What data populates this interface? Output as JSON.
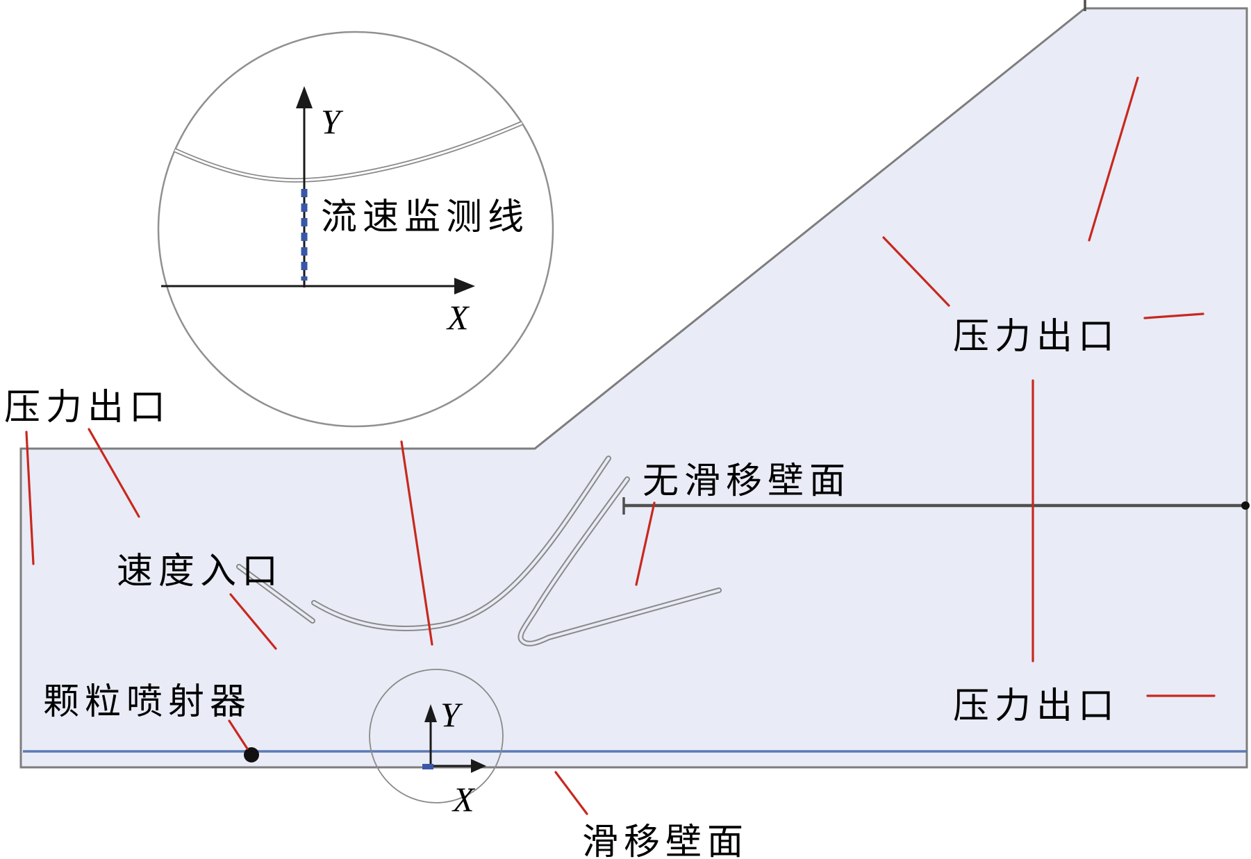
{
  "figure": {
    "type": "cfd-domain-schematic"
  },
  "colors": {
    "domain_fill": "#E9EBF6",
    "domain_stroke": "#7D7D7D",
    "wall_gray": "#8A8A8A",
    "splitter_dark": "#4F4F4F",
    "leader_red": "#C8281E",
    "slip_wall_blue": "#5B79B4",
    "monitor_line_blue": "#3A57A7",
    "text_black": "#000000"
  },
  "labels": {
    "pressure_outlet_top_left": "压力出口",
    "velocity_inlet": "速度入口",
    "particle_injector": "颗粒喷射器",
    "no_slip_wall": "无滑移壁面",
    "pressure_outlet_top_right": "压力出口",
    "pressure_outlet_bottom_right": "压力出口",
    "slip_wall": "滑移壁面"
  },
  "inset": {
    "monitor_line_label": "流速监测线",
    "axis_x": "X",
    "axis_y": "Y"
  },
  "main_axes": {
    "axis_x": "X",
    "axis_y": "Y"
  }
}
